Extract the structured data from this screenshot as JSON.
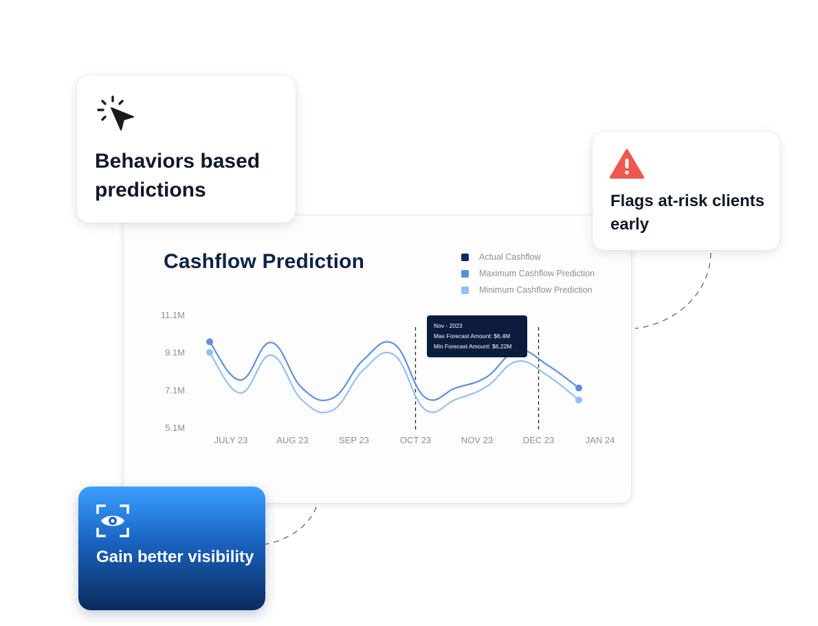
{
  "cards": {
    "behaviors": {
      "icon": "cursor-click-icon",
      "text": "Behaviors based predictions"
    },
    "flags": {
      "icon": "warning-icon",
      "text": "Flags at-risk clients early"
    },
    "visibility": {
      "icon": "eye-icon",
      "text": "Gain better visibility"
    }
  },
  "chart_data": {
    "type": "line",
    "title": "Cashflow Prediction",
    "xlabel": "",
    "ylabel": "",
    "categories": [
      "JULY 23",
      "AUG 23",
      "SEP 23",
      "OCT 23",
      "NOV 23",
      "DEC 23",
      "JAN 24"
    ],
    "yticks": [
      "11.1M",
      "9.1M",
      "7.1M",
      "5.1M"
    ],
    "ylim": [
      5.1,
      11.1
    ],
    "legend": {
      "placement": "top-right",
      "items": [
        {
          "label": "Actual Cashflow",
          "color": "#0b2a66"
        },
        {
          "label": "Maximum Cashflow Prediction",
          "color": "#5f8fdb"
        },
        {
          "label": "Minimum Cashflow Prediction",
          "color": "#94bff4"
        }
      ]
    },
    "series": [
      {
        "name": "Maximum Cashflow Prediction",
        "color": "#5f8fdb",
        "x": [
          0,
          0.5,
          1,
          1.5,
          2,
          2.5,
          3,
          3.5,
          4,
          4.5,
          5,
          5.5,
          6
        ],
        "values": [
          9.66,
          7.62,
          9.62,
          7.2,
          6.66,
          8.7,
          9.54,
          6.7,
          7.2,
          7.78,
          9.2,
          8.4,
          7.2
        ]
      },
      {
        "name": "Minimum Cashflow Prediction",
        "color": "#94bff4",
        "x": [
          0,
          0.5,
          1,
          1.5,
          2,
          2.5,
          3,
          3.5,
          4,
          4.5,
          5,
          5.5,
          6
        ],
        "values": [
          9.09,
          6.93,
          8.95,
          6.56,
          6.02,
          8.16,
          8.96,
          6.05,
          6.59,
          7.27,
          8.62,
          7.84,
          6.56
        ]
      }
    ],
    "markers": [
      {
        "series": "Maximum Cashflow Prediction",
        "x": 0,
        "y": 9.66
      },
      {
        "series": "Minimum Cashflow Prediction",
        "x": 0,
        "y": 9.09
      },
      {
        "series": "Maximum Cashflow Prediction",
        "x": 6,
        "y": 7.2
      },
      {
        "series": "Minimum Cashflow Prediction",
        "x": 6,
        "y": 6.56
      }
    ],
    "highlight_range": [
      "OCT 23",
      "DEC 23"
    ],
    "tooltip": {
      "title": "Nov - 2023",
      "max_label": "Max Forecast Amount: $6.4M",
      "min_label": "Min Forecast Amount: $6.22M"
    },
    "grid": false
  }
}
